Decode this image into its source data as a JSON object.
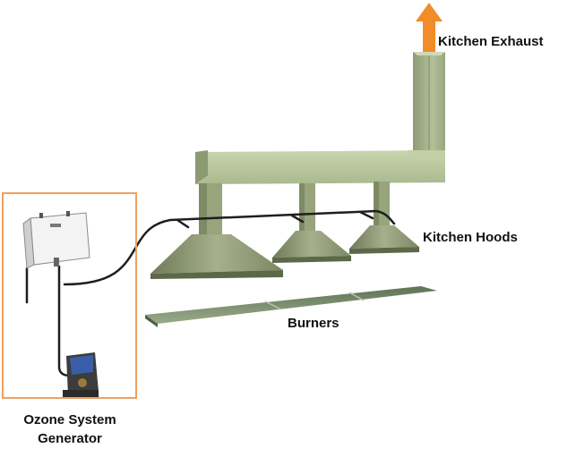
{
  "labels": {
    "kitchen_exhaust": "Kitchen Exhaust",
    "kitchen_hoods": "Kitchen Hoods",
    "burners": "Burners",
    "ozone_line1": "Ozone System",
    "ozone_line2": "Generator"
  },
  "colors": {
    "exhaust_arrow": "#f28c28",
    "highlight_box": "#f0a060",
    "duct_face": "#b9c7a0",
    "duct_dark": "#7f8f6a",
    "hood_face": "#9aa37f",
    "burner": "#7b8f6e",
    "generator_screen": "#3a5fa8"
  }
}
